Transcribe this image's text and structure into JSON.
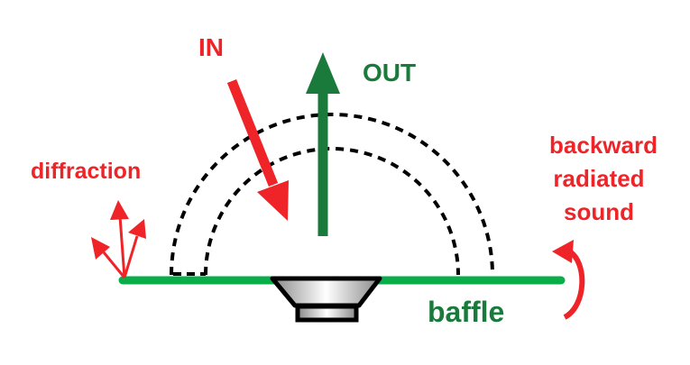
{
  "labels": {
    "in": "IN",
    "out": "OUT",
    "diffraction": "diffraction",
    "backward": [
      "backward",
      "radiated",
      "sound"
    ],
    "baffle": "baffle"
  },
  "colors": {
    "red": "#ee2428",
    "dark_green": "#1a7a3c",
    "baffle_green": "#0aad4a",
    "dash": "#000000"
  }
}
